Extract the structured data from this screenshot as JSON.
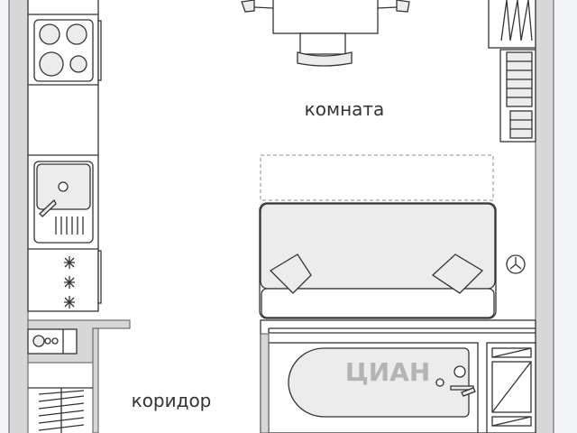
{
  "plan": {
    "rooms": [
      {
        "id": "room",
        "label": "комната"
      },
      {
        "id": "corridor",
        "label": "коридор"
      }
    ],
    "watermark": "ЦИАН",
    "colors": {
      "wall": "#d7d7d7",
      "background": "#f3f4f8",
      "fixture": "#ececec",
      "line": "#333333"
    }
  }
}
